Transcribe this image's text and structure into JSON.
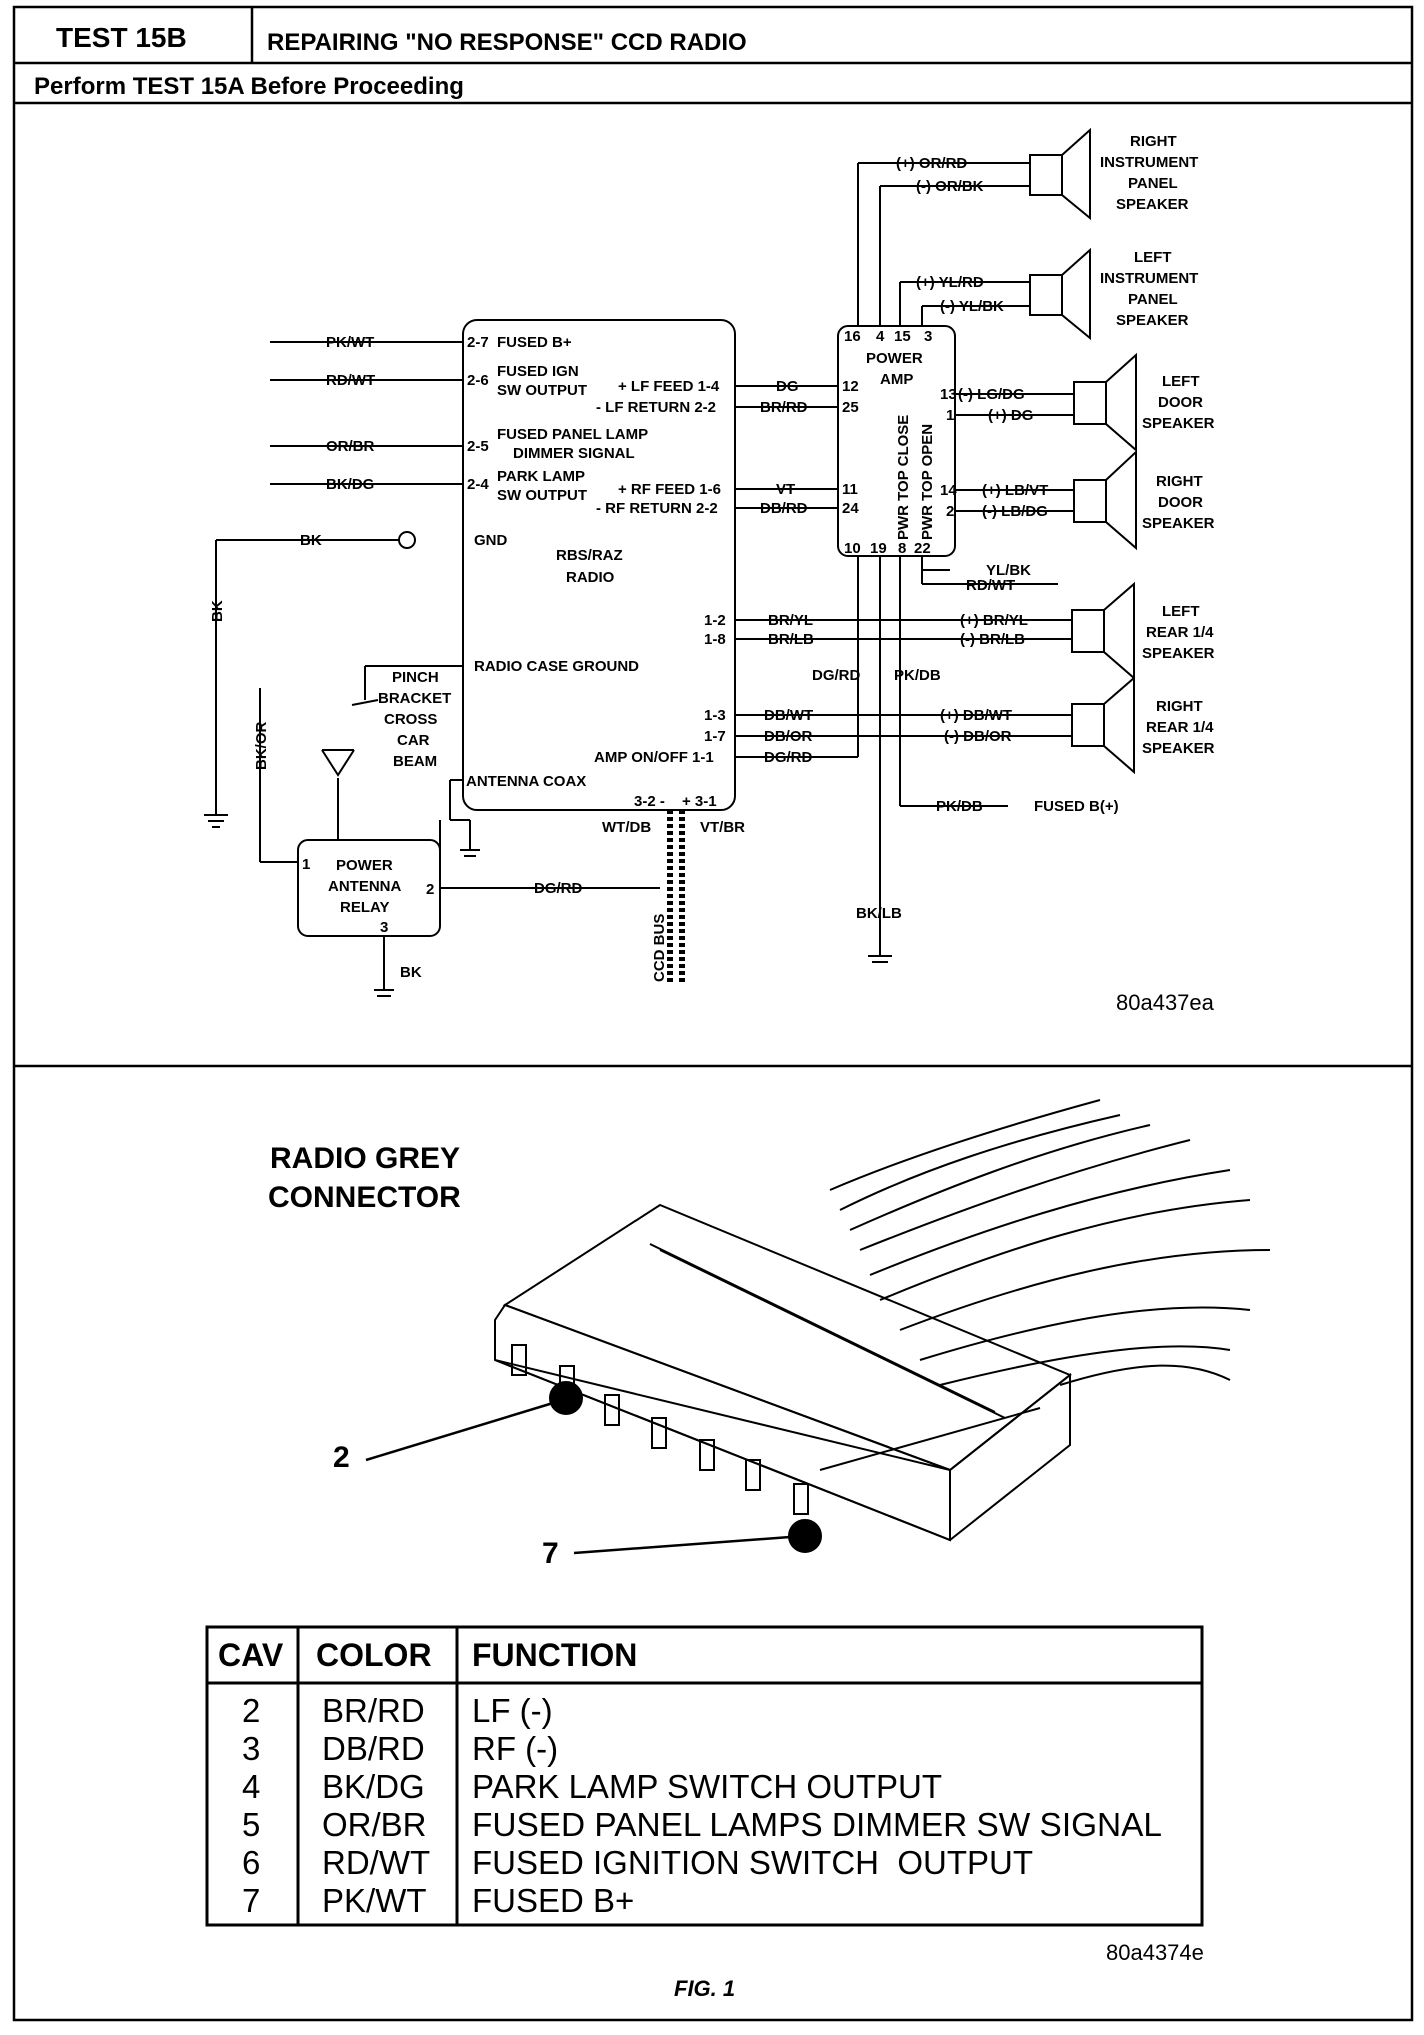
{
  "header": {
    "test_id": "TEST 15B",
    "title": "REPAIRING \"NO RESPONSE\" CCD RADIO",
    "subtitle": "Perform TEST 15A Before Proceeding"
  },
  "wiring": {
    "radio": {
      "name": [
        "RBS/RAZ",
        "RADIO"
      ],
      "left_wires": [
        {
          "color": "PK/WT",
          "pin": "2-7",
          "label": "FUSED B+"
        },
        {
          "color": "RD/WT",
          "pin": "2-6",
          "label": "FUSED IGN SW OUTPUT"
        },
        {
          "color": "OR/BR",
          "pin": "2-5",
          "label": "FUSED PANEL LAMP DIMMER SIGNAL"
        },
        {
          "color": "BK/DG",
          "pin": "2-4",
          "label": "PARK LAMP SW OUTPUT"
        }
      ],
      "gnd": {
        "color": "BK",
        "label": "GND"
      },
      "case_ground": {
        "label": "RADIO CASE GROUND",
        "mount": "PINCH BRACKET CROSS CAR BEAM"
      },
      "antenna": {
        "label": "ANTENNA COAX"
      },
      "right_pins": [
        {
          "label": "+ LF FEED 1-4",
          "color": "DG",
          "amp_pin": "12"
        },
        {
          "label": "- LF RETURN 2-2",
          "color": "BR/RD",
          "amp_pin": "25"
        },
        {
          "label": "+ RF FEED 1-6",
          "color": "VT",
          "amp_pin": "11"
        },
        {
          "label": "- RF RETURN 2-2",
          "color": "DB/RD",
          "amp_pin": "24"
        },
        {
          "label": "1-2",
          "color": "BR/YL"
        },
        {
          "label": "1-8",
          "color": "BR/LB"
        },
        {
          "label": "1-3",
          "color": "DB/WT"
        },
        {
          "label": "1-7",
          "color": "DB/OR"
        },
        {
          "label": "AMP ON/OFF 1-1",
          "color": "DG/RD"
        }
      ],
      "ccd_pins": {
        "left": "3-2 -",
        "right": "+ 3-1",
        "left_color": "WT/DB",
        "right_color": "VT/BR"
      },
      "ccd_bus": "CCD BUS"
    },
    "amp": {
      "name": "POWER AMP",
      "top_pins": [
        "16",
        "4",
        "15",
        "3"
      ],
      "bottom_pins": [
        "10",
        "19",
        "8",
        "22"
      ],
      "vertical_labels": [
        "PWR TOP CLOSE",
        "PWR TOP OPEN"
      ],
      "right_pins": [
        "13",
        "1",
        "14",
        "2"
      ],
      "bottom_wires": [
        "YL/BK",
        "RD/WT"
      ],
      "ground_color": "BK/LB",
      "mid_labels": [
        "DG/RD",
        "PK/DB"
      ],
      "fused": {
        "color": "PK/DB",
        "label": "FUSED B(+)"
      }
    },
    "speakers": [
      {
        "name": [
          "RIGHT",
          "INSTRUMENT",
          "PANEL",
          "SPEAKER"
        ],
        "wires": [
          "(+) OR/RD",
          "(-) OR/BK"
        ]
      },
      {
        "name": [
          "LEFT",
          "INSTRUMENT",
          "PANEL",
          "SPEAKER"
        ],
        "wires": [
          "(+) YL/RD",
          "(-) YL/BK"
        ]
      },
      {
        "name": [
          "LEFT",
          "DOOR",
          "SPEAKER"
        ],
        "wires": [
          "(-) LG/DG",
          "(+) DG"
        ]
      },
      {
        "name": [
          "RIGHT",
          "DOOR",
          "SPEAKER"
        ],
        "wires": [
          "(+) LB/VT",
          "(-) LB/DG"
        ]
      },
      {
        "name": [
          "LEFT",
          "REAR 1/4",
          "SPEAKER"
        ],
        "wires": [
          "(+) BR/YL",
          "(-) BR/LB"
        ]
      },
      {
        "name": [
          "RIGHT",
          "REAR 1/4",
          "SPEAKER"
        ],
        "wires": [
          "(+) DB/WT",
          "(-) DB/OR"
        ]
      }
    ],
    "relay": {
      "name": [
        "POWER",
        "ANTENNA",
        "RELAY"
      ],
      "pins": [
        "1",
        "2",
        "3"
      ],
      "wire": "DG/RD",
      "ground": "BK",
      "left_wire": "BK/OR"
    },
    "gnd_left_label": "BK",
    "figure_code": "80a437ea"
  },
  "connector": {
    "title": [
      "RADIO GREY",
      "CONNECTOR"
    ],
    "callouts": [
      "2",
      "7"
    ],
    "table": {
      "headers": [
        "CAV",
        "COLOR",
        "FUNCTION"
      ],
      "rows": [
        {
          "cav": "2",
          "color": "BR/RD",
          "function": "LF (-)"
        },
        {
          "cav": "3",
          "color": "DB/RD",
          "function": "RF (-)"
        },
        {
          "cav": "4",
          "color": "BK/DG",
          "function": "PARK LAMP SWITCH OUTPUT"
        },
        {
          "cav": "5",
          "color": "OR/BR",
          "function": "FUSED PANEL LAMPS DIMMER SW SIGNAL"
        },
        {
          "cav": "6",
          "color": "RD/WT",
          "function": "FUSED IGNITION SWITCH  OUTPUT"
        },
        {
          "cav": "7",
          "color": "PK/WT",
          "function": "FUSED B+"
        }
      ]
    },
    "figure_code": "80a4374e",
    "fig_label": "FIG. 1"
  }
}
